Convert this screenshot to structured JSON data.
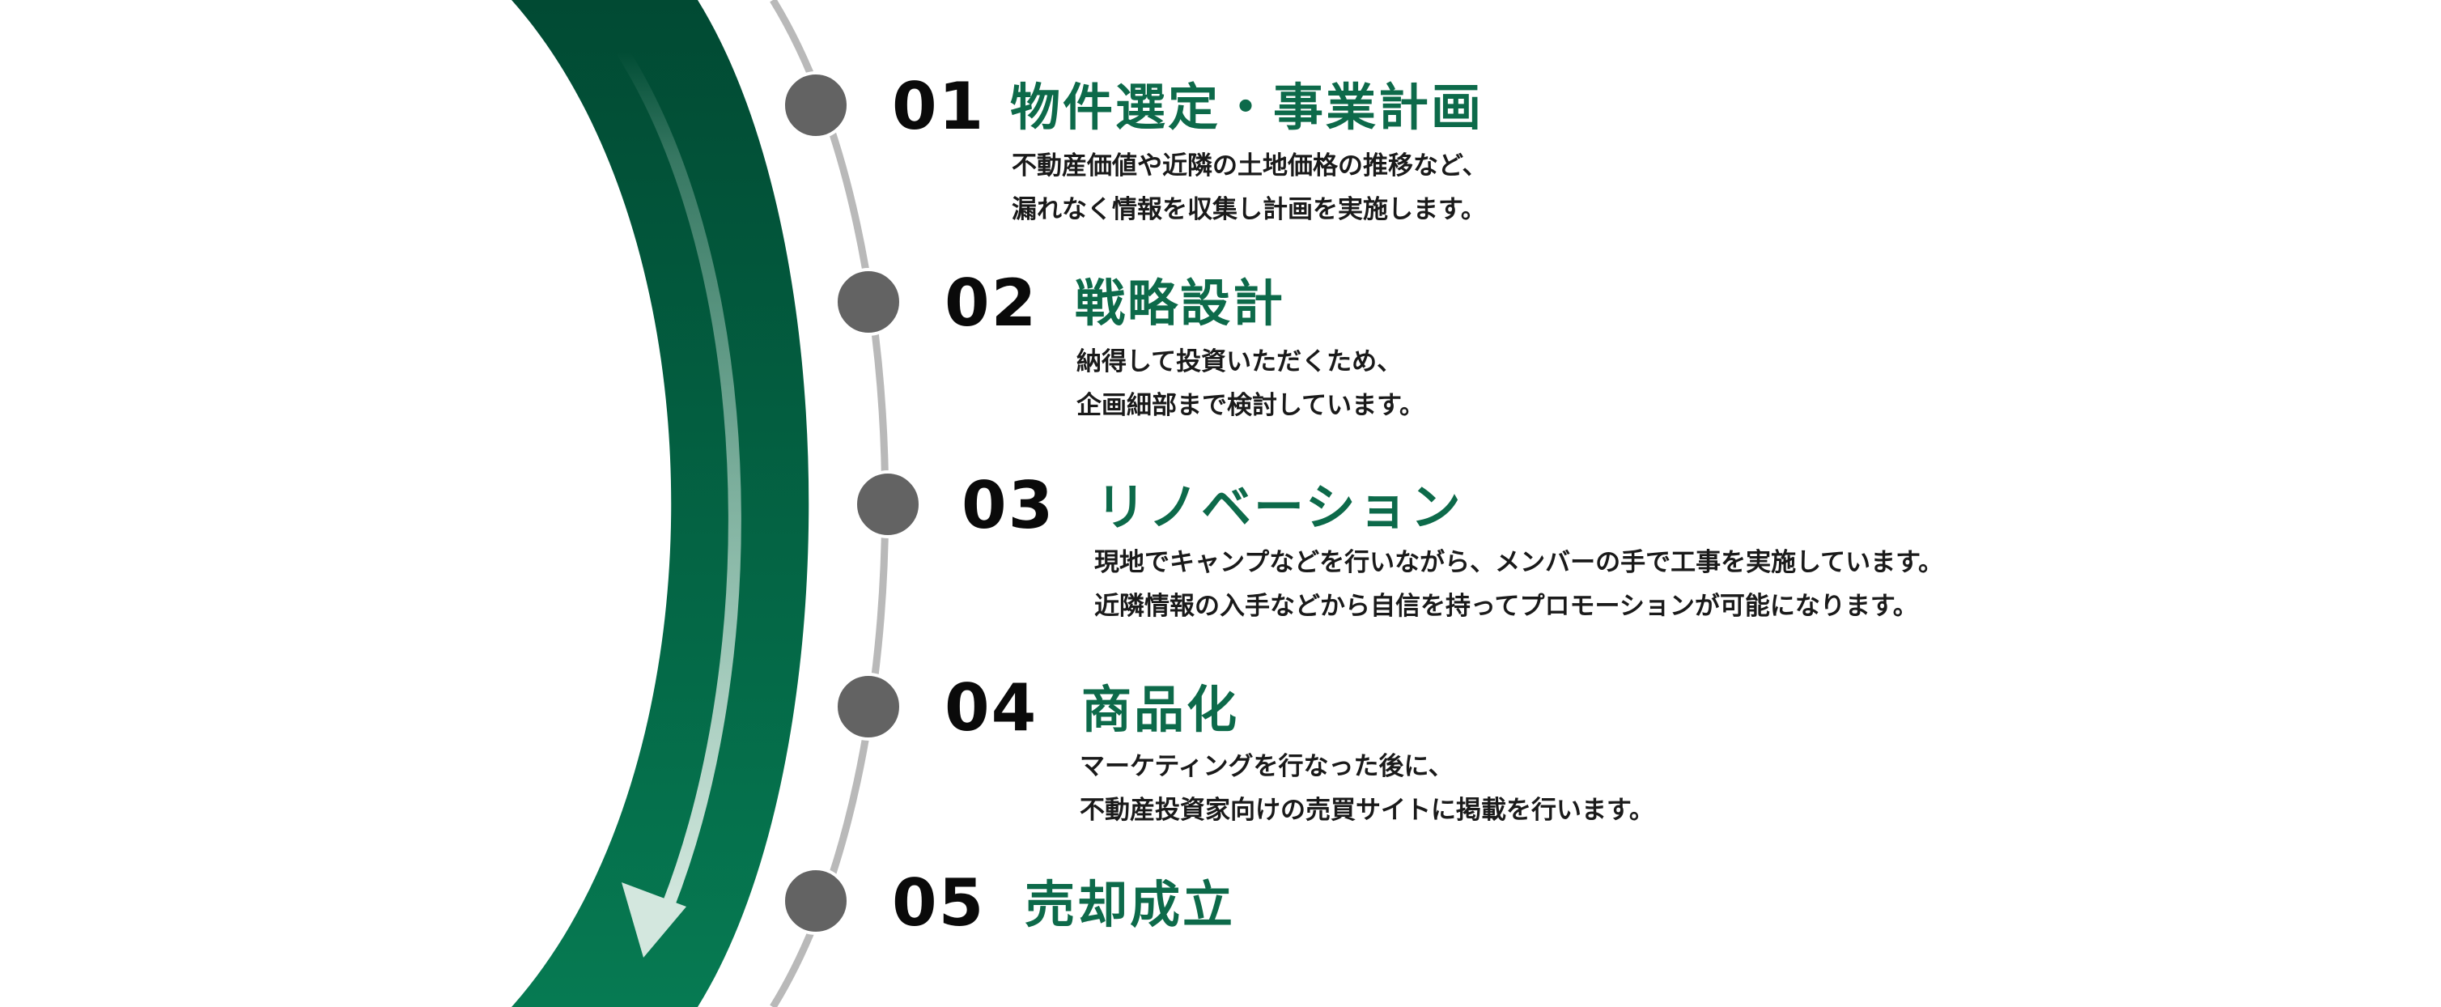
{
  "colors": {
    "accent": "#0d6a4a",
    "arc_dark": "#014a33",
    "arc_light": "#067a52",
    "track": "#b9b9b9",
    "node": "#636363",
    "arrow": "#d3e7de"
  },
  "steps": [
    {
      "number": "01",
      "title": "物件選定・事業計画",
      "lines": [
        "不動産価値や近隣の土地価格の推移など、",
        "漏れなく情報を収集し計画を実施します。"
      ]
    },
    {
      "number": "02",
      "title": "戦略設計",
      "lines": [
        "納得して投資いただくため、",
        "企画細部まで検討しています。"
      ]
    },
    {
      "number": "03",
      "title": "リノベーション",
      "lines": [
        "現地でキャンプなどを行いながら、メンバーの手で工事を実施しています。",
        "近隣情報の入手などから自信を持ってプロモーションが可能になります。"
      ]
    },
    {
      "number": "04",
      "title": "商品化",
      "lines": [
        "マーケティングを行なった後に、",
        "不動産投資家向けの売買サイトに掲載を行います。"
      ]
    },
    {
      "number": "05",
      "title": "売却成立",
      "lines": []
    }
  ]
}
